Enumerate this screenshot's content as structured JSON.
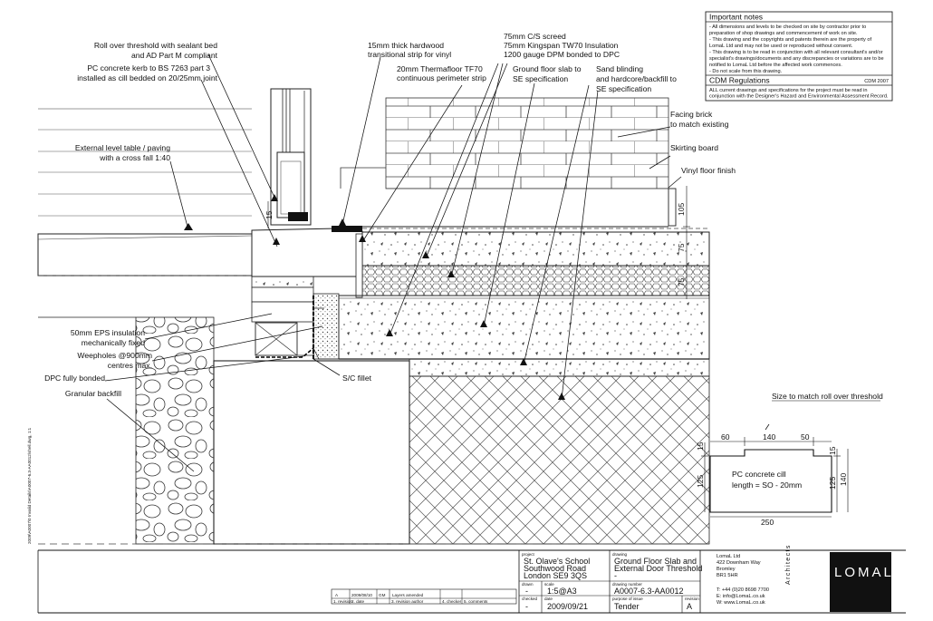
{
  "notes": {
    "important_title": "Important notes",
    "important_lines": [
      "- All dimensions and levels to be checked on site by contractor prior to",
      "preparation of shop drawings and commencement of work on site.",
      "- This drawing and the copyrights and patents therein are the property of",
      "LomaL Ltd and may not be used or reproduced without consent.",
      "- This drawing is to be read in conjunction with all relevant consultant's and/or",
      "specialist's drawings/documents and any discrepancies or variations are to be",
      "notified to LomaL Ltd before the affected work commences.",
      "- Do not scale from this drawing."
    ],
    "cdm_title": "CDM Regulations",
    "cdm_code": "CDM 2007",
    "cdm_lines": [
      "ALL current drawings and specifications for the project must be read in",
      "conjunction with the Designer's Hazard and Environmental Assessment Record."
    ]
  },
  "labels": {
    "roll_over_1": "Roll over threshold with sealant bed",
    "roll_over_2": "and AD Part M compliant",
    "kerb_1": "PC concrete kerb to BS 7263 part 3",
    "kerb_2": "installed as cill bedded on 20/25mm joint",
    "ext_level_1": "External level table / paving",
    "ext_level_2": "with a cross fall 1:40",
    "hardwood_1": "15mm thick hardwood",
    "hardwood_2": "transitional strip for vinyl",
    "screed_1": "75mm C/S screed",
    "screed_2": "75mm Kingspan TW70 Insulation",
    "screed_3": "1200 gauge DPM bonded to DPC",
    "thermafloor_1": "20mm Thermafloor TF70",
    "thermafloor_2": "continuous perimeter strip",
    "slab_1": "Ground floor slab to",
    "slab_2": "SE specification",
    "blinding_1": "Sand blinding",
    "blinding_2": "and hardcore/backfill to",
    "blinding_3": "SE specification",
    "facing_1": "Facing brick",
    "facing_2": "to match existing",
    "skirting": "Skirting board",
    "vinyl": "Vinyl floor finish",
    "eps_1": "50mm EPS insulation",
    "eps_2": "mechanically fixed",
    "weep_1": "Weepholes @900mm",
    "weep_2": "centres max.",
    "dpc": "DPC fully bonded",
    "backfill": "Granular backfill",
    "fillet": "S/C fillet",
    "size_match": "Size to match roll over threshold",
    "cill_1": "PC concrete cill",
    "cill_2": "length = SO - 20mm"
  },
  "dims": {
    "d15_door": "15",
    "d105": "105",
    "d75_a": "75",
    "d75_b": "75",
    "cill_top_60": "60",
    "cill_top_140": "140",
    "cill_top_50": "50",
    "cill_15_left": "15",
    "cill_125_left": "125",
    "cill_15_right": "15",
    "cill_125_right": "125",
    "cill_140_right": "140",
    "cill_250": "250"
  },
  "side_ref": "2009\\A0007\\0 Invalid Details\\A0007-6.3-AA0012\\shell.dwg, 1:1",
  "title_block": {
    "revision_row": [
      "A",
      "2009/08/10",
      "GM",
      "Layers amended"
    ],
    "revision_heads": [
      "1. revision",
      "2. date",
      "3. revision author",
      "4. checker",
      "5. comments"
    ],
    "project_label": "project",
    "project_lines": [
      "St. Olave's School",
      "Southwood Road",
      "London SE9 3QS"
    ],
    "drawn_label": "drawn",
    "drawn_value": "-",
    "scale_label": "scale",
    "scale_value": "1:5@A3",
    "checked_label": "checked",
    "checked_value": "-",
    "date_label": "date",
    "date_value": "2009/09/21",
    "drawing_label": "drawing",
    "drawing_lines": [
      "Ground Floor Slab and",
      "External Door Threshold",
      "-"
    ],
    "number_label": "drawing number",
    "number_value": "A0007-6.3-AA0012",
    "purpose_label": "purpose of issue",
    "purpose_value": "Tender",
    "revision_label": "revision",
    "revision_value": "A",
    "company_lines": [
      "LomaL Ltd",
      "422 Downham Way",
      "Bromley",
      "BR1 5HR"
    ],
    "tel": "T: +44 (0)20 8698 7700",
    "email": "E: info@LomaL.co.uk",
    "web": "W: www.LomaL.co.uk",
    "architects": "Architects",
    "logo": "LOMAL"
  }
}
